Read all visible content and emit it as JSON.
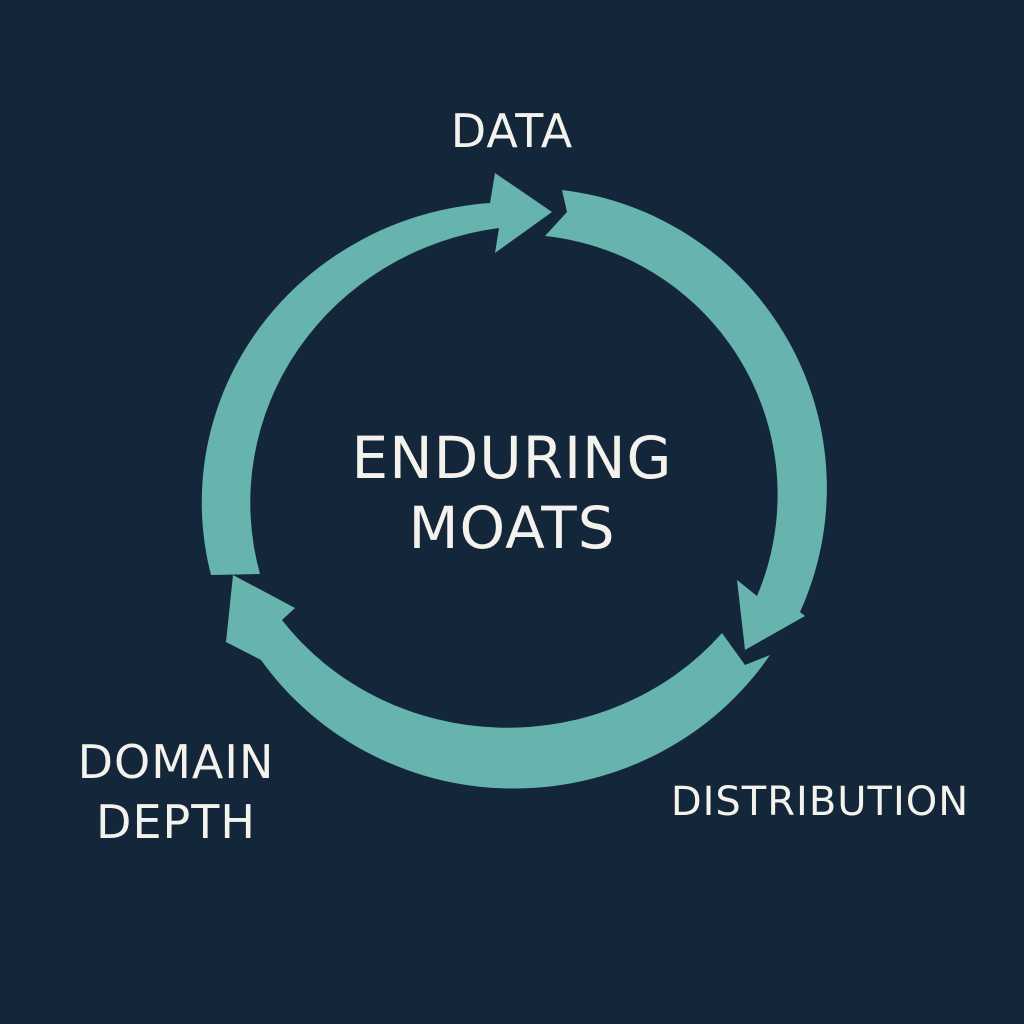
{
  "diagram": {
    "background_color": "#13263a",
    "arrow_color": "#67b3ae",
    "text_color": "#f4f2ec",
    "center": {
      "line1": "ENDURING",
      "line2": "MOATS"
    },
    "nodes": {
      "top": "DATA",
      "bottom_right": "DISTRIBUTION",
      "bottom_left_line1": "DOMAIN",
      "bottom_left_line2": "DEPTH"
    },
    "arrows": [
      {
        "from": "DOMAIN DEPTH",
        "to": "DATA"
      },
      {
        "from": "DATA",
        "to": "DISTRIBUTION"
      },
      {
        "from": "DISTRIBUTION",
        "to": "DOMAIN DEPTH"
      }
    ]
  }
}
